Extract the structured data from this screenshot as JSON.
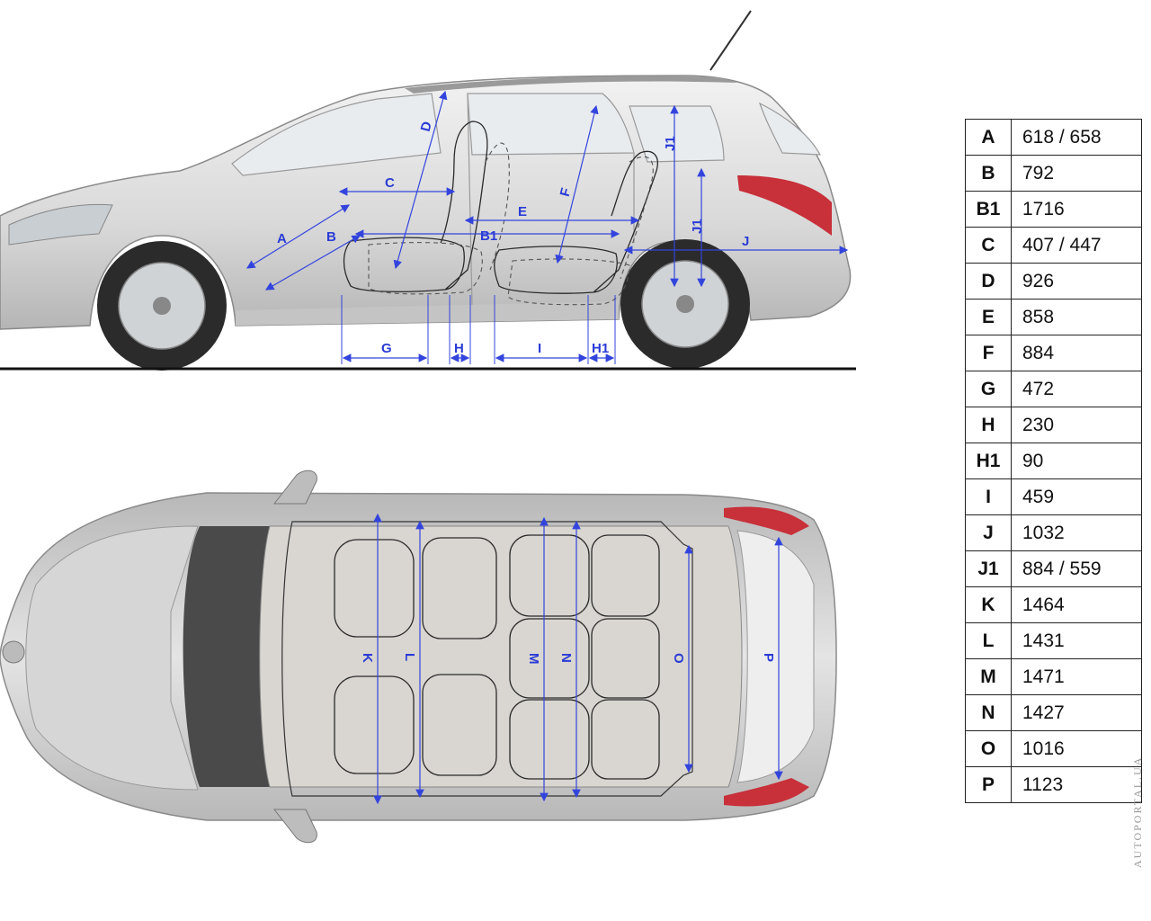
{
  "labels": {
    "A": "A",
    "B": "B",
    "B1": "B1",
    "C": "C",
    "D": "D",
    "E": "E",
    "F": "F",
    "G": "G",
    "H": "H",
    "H1": "H1",
    "I": "I",
    "J": "J",
    "J1": "J1",
    "K": "K",
    "L": "L",
    "M": "M",
    "N": "N",
    "O": "O",
    "P": "P"
  },
  "dimensions": [
    {
      "key": "A",
      "value": "618 / 658"
    },
    {
      "key": "B",
      "value": "792"
    },
    {
      "key": "B1",
      "value": "1716"
    },
    {
      "key": "C",
      "value": "407 / 447"
    },
    {
      "key": "D",
      "value": "926"
    },
    {
      "key": "E",
      "value": "858"
    },
    {
      "key": "F",
      "value": "884"
    },
    {
      "key": "G",
      "value": "472"
    },
    {
      "key": "H",
      "value": "230"
    },
    {
      "key": "H1",
      "value": "90"
    },
    {
      "key": "I",
      "value": "459"
    },
    {
      "key": "J",
      "value": "1032"
    },
    {
      "key": "J1",
      "value": "884 / 559"
    },
    {
      "key": "K",
      "value": "1464"
    },
    {
      "key": "L",
      "value": "1431"
    },
    {
      "key": "M",
      "value": "1471"
    },
    {
      "key": "N",
      "value": "1427"
    },
    {
      "key": "O",
      "value": "1016"
    },
    {
      "key": "P",
      "value": "1123"
    }
  ],
  "watermark": "AUTOPORTAL.UA",
  "colors": {
    "dimension_lines": "#3344dd",
    "table_border": "#222222",
    "tail_light": "#c8303a"
  }
}
